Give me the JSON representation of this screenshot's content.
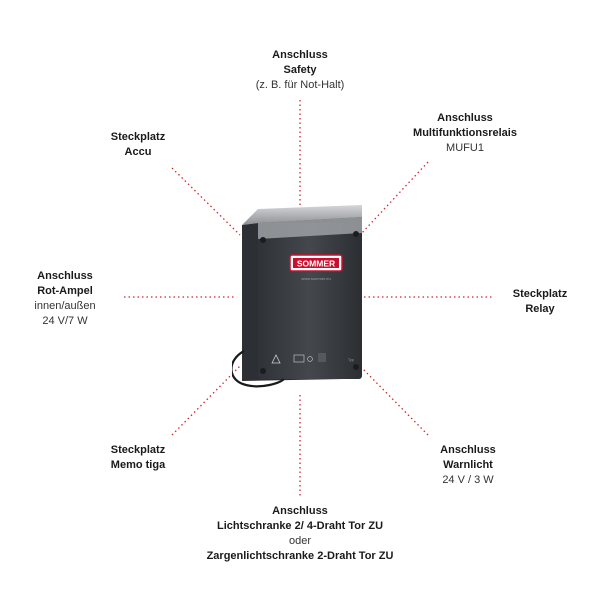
{
  "labels": {
    "safety": {
      "line1": "Anschluss",
      "line2": "Safety",
      "line3": "(z. B. für Not-Halt)"
    },
    "multifunktion": {
      "line1": "Anschluss",
      "line2": "Multifunktionsrelais",
      "line3": "MUFU1"
    },
    "accu": {
      "line1": "Steckplatz",
      "line2": "Accu"
    },
    "rot_ampel": {
      "line1": "Anschluss",
      "line2": "Rot-Ampel",
      "line3": "innen/außen",
      "line4": "24 V/7 W"
    },
    "relay": {
      "line1": "Steckplatz",
      "line2": "Relay"
    },
    "memo": {
      "line1": "Steckplatz",
      "line2": "Memo tiga"
    },
    "warnlicht": {
      "line1": "Anschluss",
      "line2": "Warnlicht",
      "line3": "24 V / 3 W"
    },
    "lichtschranke": {
      "line1": "Anschluss",
      "line2": "Lichtschranke 2/ 4-Draht Tor ZU",
      "line3": "oder",
      "line4": "Zargenlichtschranke 2-Draht Tor ZU"
    }
  },
  "device": {
    "brand_logo": "SOMMER",
    "website": "www.sommer.eu"
  },
  "colors": {
    "connector_line": "#d0282f",
    "housing": "#3a3d42",
    "lid": "#b8babd",
    "logo_red": "#c8102e"
  }
}
